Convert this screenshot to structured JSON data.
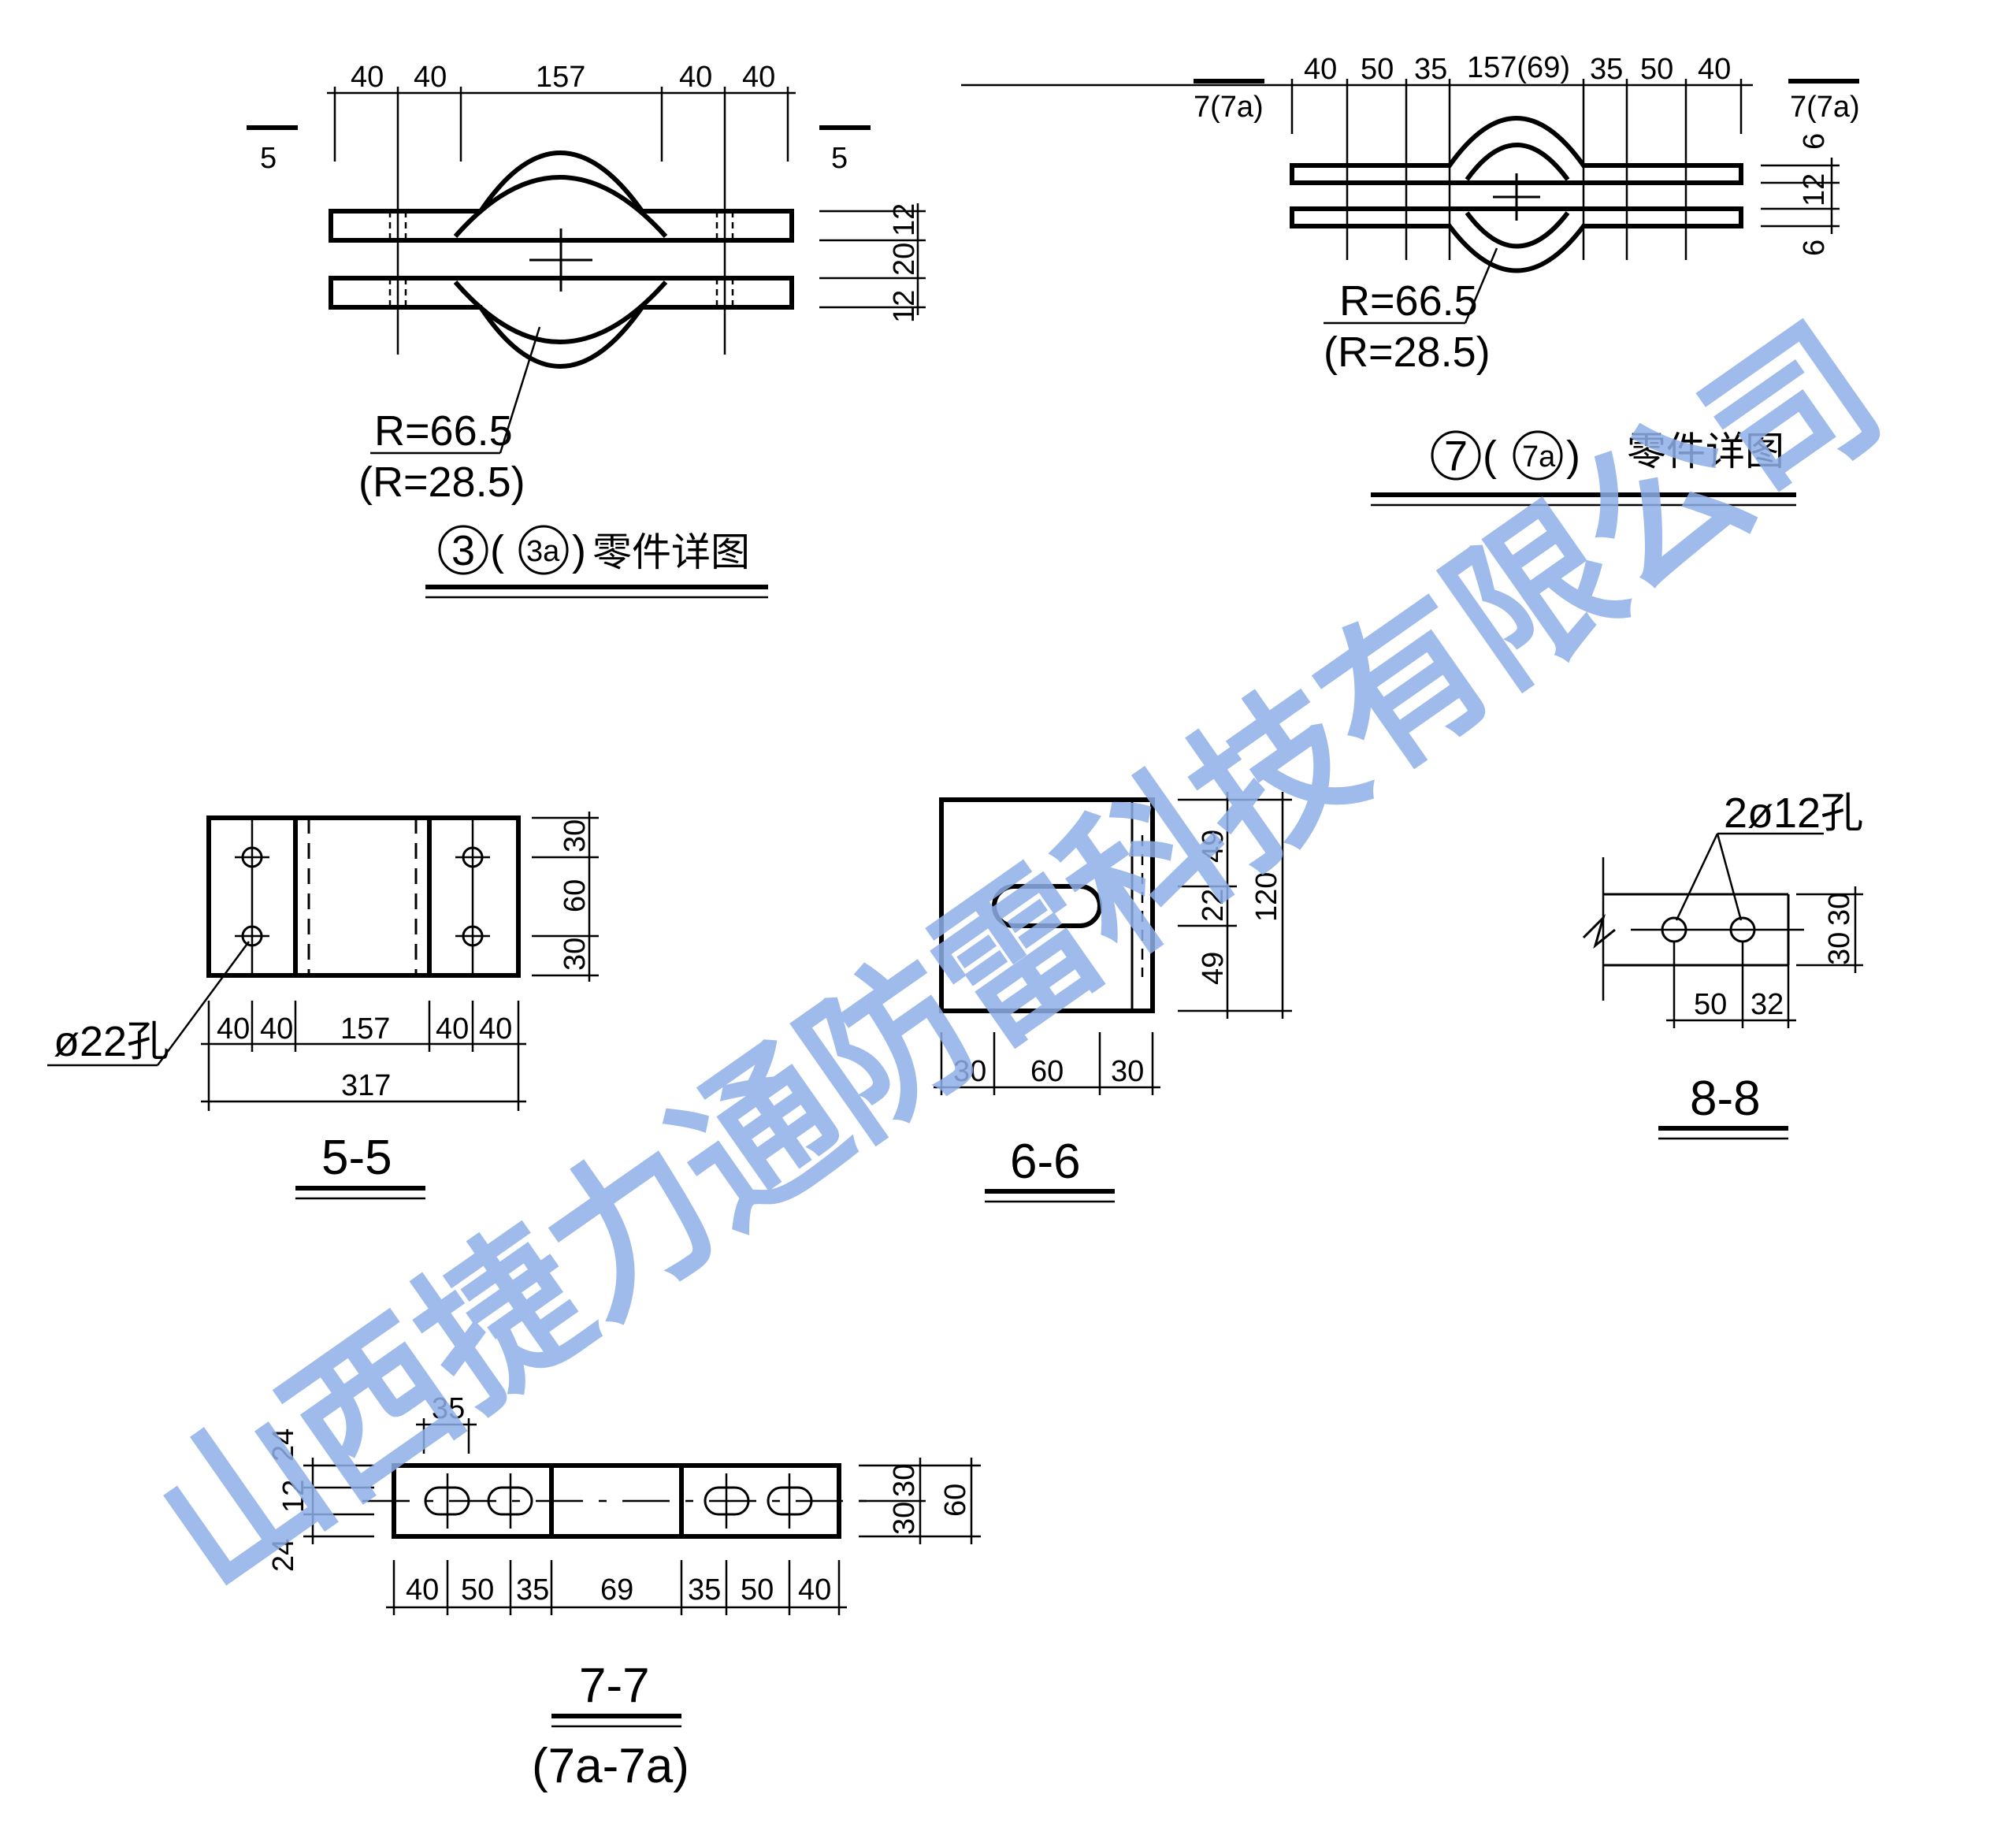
{
  "detail_3": {
    "dims_top": [
      "40",
      "40",
      "157",
      "40",
      "40"
    ],
    "dims_right": [
      "12",
      "20",
      "12"
    ],
    "section_mark": "5",
    "radius_outer": "R=66.5",
    "radius_inner": "(R=28.5)",
    "title_num": "3",
    "title_paren_open": "(",
    "title_alt": "3a",
    "title_paren_close": ")",
    "title_text": "零件详图"
  },
  "detail_7": {
    "dims_top": [
      "40",
      "50",
      "35",
      "157(69)",
      "35",
      "50",
      "40"
    ],
    "dims_right": [
      "6",
      "12",
      "6"
    ],
    "section_mark": "7(7a)",
    "radius_outer": "R=66.5",
    "radius_inner": "(R=28.5)",
    "title_num": "7",
    "title_paren_open": "(",
    "title_alt": "7a",
    "title_paren_close": ")",
    "title_text": "零件详图"
  },
  "section_5": {
    "dims_bottom": [
      "40",
      "40",
      "157",
      "40",
      "40"
    ],
    "dim_total": "317",
    "dims_right": [
      "30",
      "60",
      "30"
    ],
    "hole_note": "ø22孔",
    "title": "5-5"
  },
  "section_6": {
    "dims_right": [
      "49",
      "22",
      "49"
    ],
    "dim_total": "120",
    "dims_bottom": [
      "30",
      "60",
      "30"
    ],
    "title": "6-6"
  },
  "section_8": {
    "hole_note": "2ø12孔",
    "dims_right": [
      "30",
      "30"
    ],
    "dims_bottom": [
      "50",
      "32"
    ],
    "title": "8-8"
  },
  "section_7": {
    "dim_top": "35",
    "dims_left": [
      "24",
      "12",
      "24"
    ],
    "dims_right": [
      "30",
      "30"
    ],
    "dim_right_total": "60",
    "dims_bottom": [
      "40",
      "50",
      "35",
      "69",
      "35",
      "50",
      "40"
    ],
    "title": "7-7",
    "subtitle": "(7a-7a)"
  },
  "watermark": {
    "text": "山西捷力通防雷科技有限公司",
    "color": "#8fb0e8"
  }
}
